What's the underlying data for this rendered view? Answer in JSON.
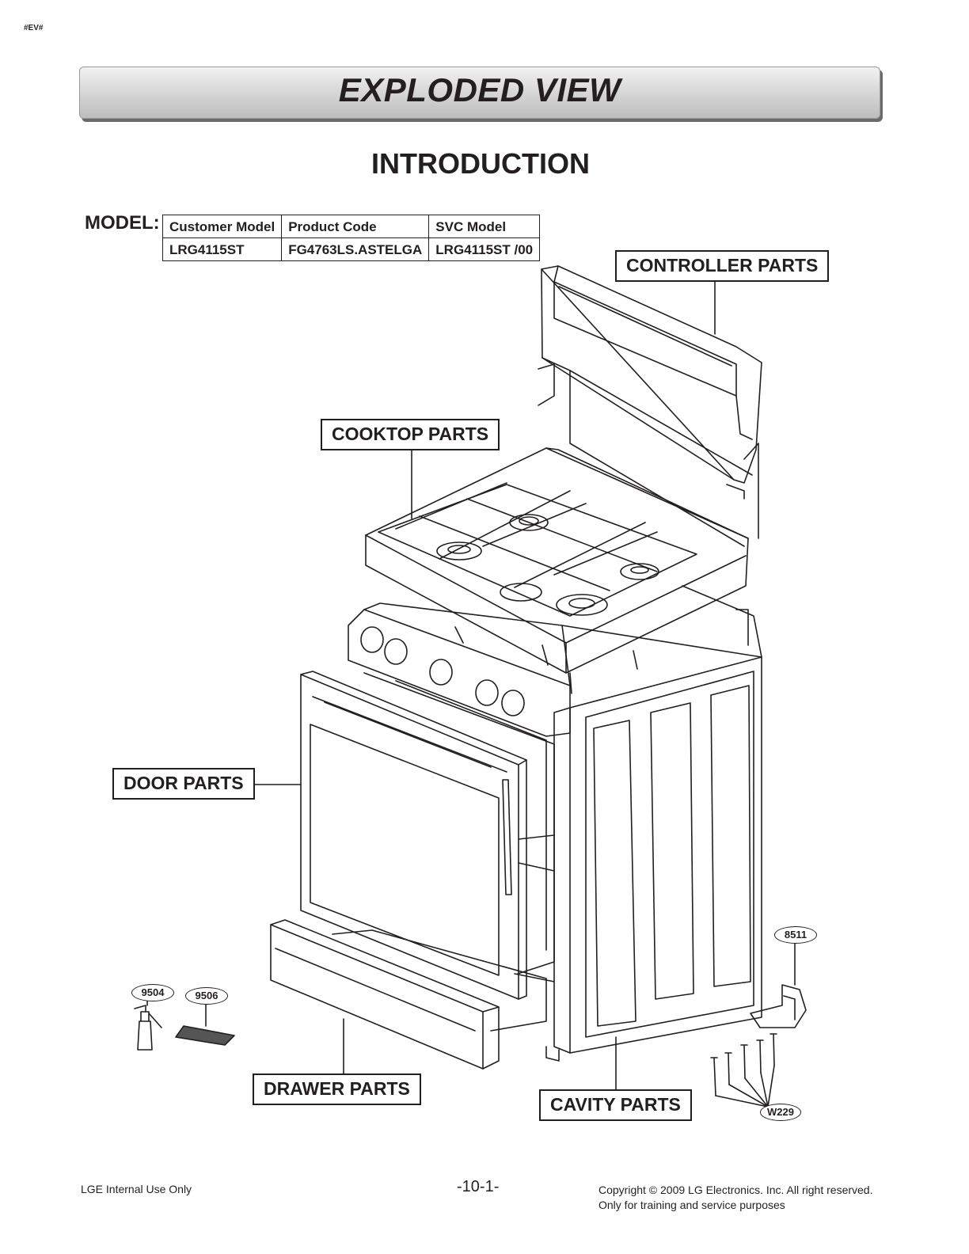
{
  "header": {
    "tag": "#EV#",
    "title": "EXPLODED VIEW",
    "subtitle": "INTRODUCTION"
  },
  "model": {
    "label": "MODEL:",
    "columns": [
      "Customer Model",
      "Product Code",
      "SVC Model"
    ],
    "row": [
      "LRG4115ST",
      "FG4763LS.ASTELGA",
      "LRG4115ST /00"
    ]
  },
  "callouts": {
    "controller": "CONTROLLER PARTS",
    "cooktop": "COOKTOP PARTS",
    "door": "DOOR PARTS",
    "drawer": "DRAWER PARTS",
    "cavity": "CAVITY PARTS"
  },
  "part_numbers": {
    "p8511": "8511",
    "p9504": "9504",
    "p9506": "9506",
    "pW229": "W229"
  },
  "footer": {
    "left": "LGE Internal Use Only",
    "page": "-10-1-",
    "copyright_line1": "Copyright © 2009 LG Electronics. Inc. All right reserved.",
    "copyright_line2": "Only for training and service purposes"
  }
}
